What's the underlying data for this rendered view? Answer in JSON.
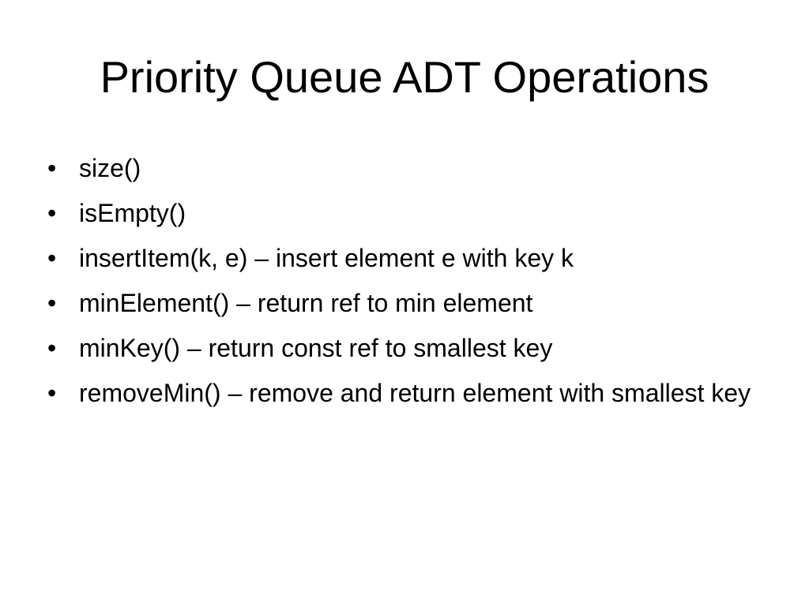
{
  "slide": {
    "title": "Priority Queue ADT Operations",
    "bullet_symbol": "•",
    "bullets": [
      "size()",
      "isEmpty()",
      "insertItem(k, e) – insert element e with key k",
      "minElement() – return ref to min element",
      "minKey() – return const ref to smallest key",
      "removeMin() – remove and return element with smallest key"
    ]
  }
}
